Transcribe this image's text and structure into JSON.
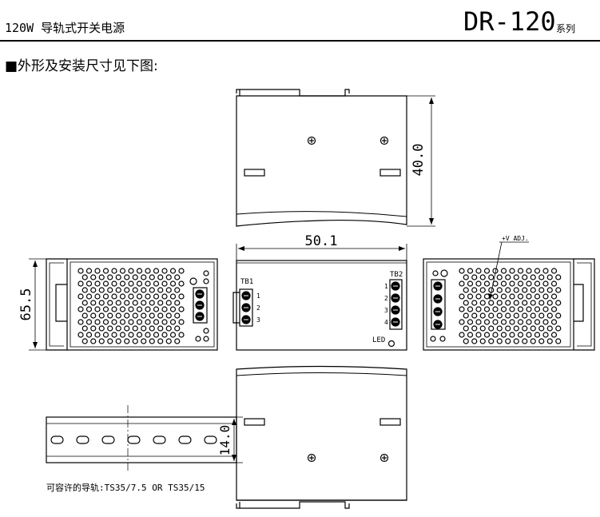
{
  "header": {
    "product_line": "120W 导轨式开关电源",
    "model": "DR-120",
    "series_suffix": "系列"
  },
  "section_title": "■外形及安装尺寸见下图:",
  "views": {
    "top": {
      "height_dimension": "40.0"
    },
    "front": {
      "width_dimension": "50.1",
      "tb1_label": "TB1",
      "tb1_pins": [
        "1",
        "2",
        "3"
      ],
      "tb2_label": "TB2",
      "tb2_pins": [
        "1",
        "2",
        "3",
        "4"
      ],
      "led_label": "LED"
    },
    "left_side": {
      "height_dimension": "65.5"
    },
    "right_side": {
      "adjust_label": "+V ADJ."
    },
    "bottom": {
      "height_dimension": "14.0"
    }
  },
  "rail_note": "可容许的导轨:TS35/7.5 OR TS35/15",
  "colors": {
    "line": "#000000",
    "background": "#ffffff"
  }
}
